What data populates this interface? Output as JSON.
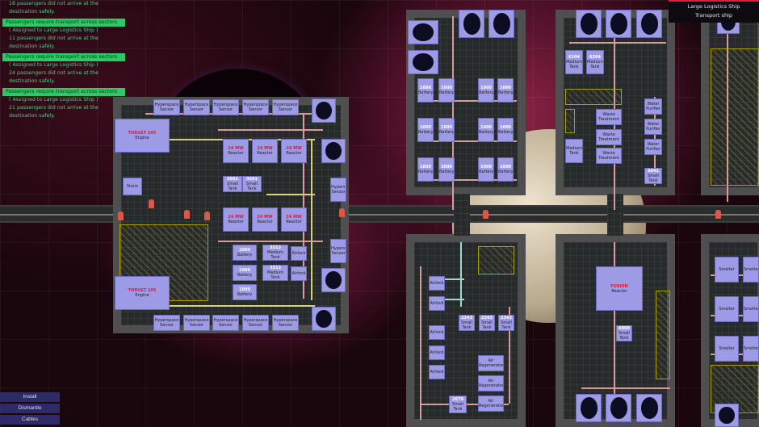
{
  "notifications": [
    {
      "head": "",
      "assigned": "",
      "body": "18 passengers did not arrive at the destination safely."
    },
    {
      "head": "Passengers require transport across sectors",
      "assigned": "( Assigned to Large Logistics Ship )",
      "body": "11 passengers did not arrive at the destination safely."
    },
    {
      "head": "Passengers require transport across sectors",
      "assigned": "( Assigned to Large Logistics Ship )",
      "body": "24 passengers did not arrive at the destination safely."
    },
    {
      "head": "Passengers require transport across sectors",
      "assigned": "( Assigned to Large Logistics Ship )",
      "body": "21 passengers did not arrive at the destination safely."
    }
  ],
  "ship_panel": {
    "name": "Large Logistics Ship",
    "type": "Transport ship"
  },
  "buttons": {
    "install": "Install",
    "dismantle": "Dismantle",
    "cables": "Cables"
  },
  "modules": {
    "engine": {
      "value": "THRUST 105",
      "name": "Engine"
    },
    "reactor": {
      "value": "24 MW",
      "name": "Reactor"
    },
    "fusion": {
      "value": "FUSION",
      "name": "Reactor"
    },
    "sensor": {
      "value": "",
      "name": "Hyperspace Sensor"
    },
    "stairs": {
      "value": "",
      "name": "Stairs"
    },
    "smalltank": {
      "value": "3641",
      "name": "Small Tank"
    },
    "smalltank2": {
      "value": "2343",
      "name": "Small Tank"
    },
    "smalltank3": {
      "value": "2679",
      "name": "Small Tank"
    },
    "smalltank4": {
      "value": "6000",
      "name": "Small Tank"
    },
    "battery": {
      "value": "1000",
      "name": "Battery"
    },
    "medtank": {
      "value": "3513",
      "name": "Medium Tank"
    },
    "medtankw": {
      "value": "6204",
      "name": "Medium Tank"
    },
    "medtank0": {
      "value": "",
      "name": "Medium Tank"
    },
    "waste": {
      "value": "",
      "name": "Waste Treatment"
    },
    "water": {
      "value": "",
      "name": "Water Purifier"
    },
    "airregen": {
      "value": "",
      "name": "Air Regenerator"
    },
    "airlock": {
      "value": "",
      "name": "Airlock"
    },
    "smelter": {
      "value": "",
      "name": "Smelter"
    }
  },
  "colors": {
    "module": "#9d9ae6",
    "hull": "#4f4f4f",
    "notification": "#2ec866",
    "panel_accent": "#d82040",
    "button": "#2e2a6a"
  }
}
